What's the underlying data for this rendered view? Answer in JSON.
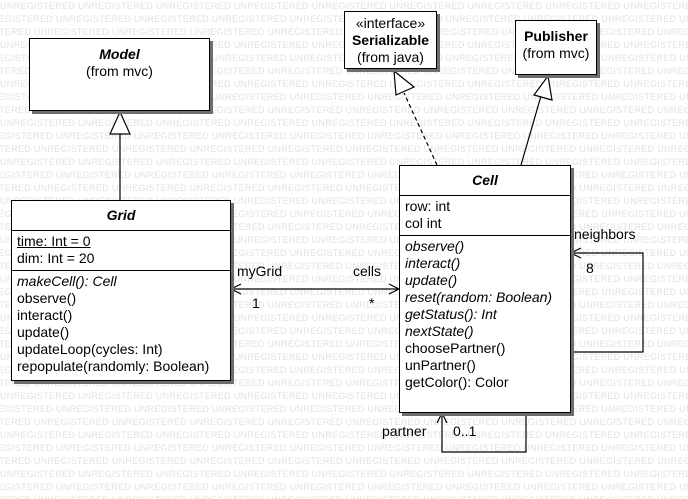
{
  "watermark": "UNREGISTERED",
  "classes": {
    "model": {
      "name": "Model",
      "origin": "(from mvc)"
    },
    "serializable": {
      "stereotype": "«interface»",
      "name": "Serializable",
      "origin": "(from java)"
    },
    "publisher": {
      "name": "Publisher",
      "origin": "(from mvc)"
    },
    "grid": {
      "name": "Grid",
      "attributes": [
        "time: Int = 0",
        "dim: Int = 20"
      ],
      "operations": [
        "makeCell(): Cell",
        "observe()",
        "interact()",
        "update()",
        "updateLoop(cycles: Int)",
        "repopulate(randomly: Boolean)"
      ]
    },
    "cell": {
      "name": "Cell",
      "attributes": [
        "row: int",
        "col int"
      ],
      "operations": [
        "observe()",
        "interact()",
        "update()",
        "reset(random: Boolean)",
        "getStatus(): Int",
        "nextState()",
        "choosePartner()",
        "unPartner()",
        "getColor(): Color"
      ]
    }
  },
  "associations": {
    "grid_cell": {
      "role_left": "myGrid",
      "mult_left": "1",
      "role_right": "cells",
      "mult_right": "*"
    },
    "neighbors": {
      "role": "neighbors",
      "mult": "8"
    },
    "partner": {
      "role": "partner",
      "mult": "0..1"
    }
  }
}
